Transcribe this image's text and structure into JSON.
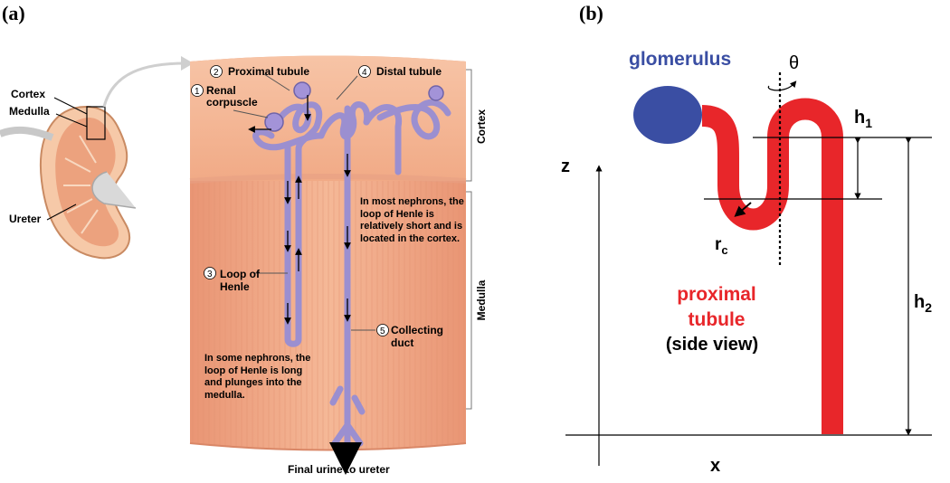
{
  "panel_a": {
    "label": "(a)",
    "kidney": {
      "cortex": "Cortex",
      "medulla": "Medulla",
      "ureter": "Ureter"
    },
    "nephron": {
      "n1": "1",
      "renal_corpuscle": "Renal corpuscle",
      "n2": "2",
      "proximal_tubule": "Proximal tubule",
      "n3": "3",
      "loop_of_henle": "Loop of Henle",
      "n4": "4",
      "distal_tubule": "Distal tubule",
      "n5": "5",
      "collecting_duct": "Collecting duct",
      "region_cortex": "Cortex",
      "region_medulla": "Medulla",
      "note_short_loop": "In most nephrons, the loop of Henle is relatively short and is located in the cortex.",
      "note_long_loop": "In some nephrons, the loop of Henle is long and plunges into the medulla.",
      "final_urine": "Final urine to ureter"
    }
  },
  "panel_b": {
    "label": "(b)",
    "glomerulus": "glomerulus",
    "theta": "θ",
    "h1": "h",
    "h1_sub": "1",
    "h2": "h",
    "h2_sub": "2",
    "rc": "r",
    "rc_sub": "c",
    "z_axis": "z",
    "x_axis": "x",
    "tubule_line1": "proximal",
    "tubule_line2": "tubule",
    "side_view": "(side view)",
    "colors": {
      "glomerulus": "#3a4ea3",
      "tubule": "#e8262a",
      "tissue": "#f0ac8a",
      "nephron": "#9b8fd0"
    }
  }
}
